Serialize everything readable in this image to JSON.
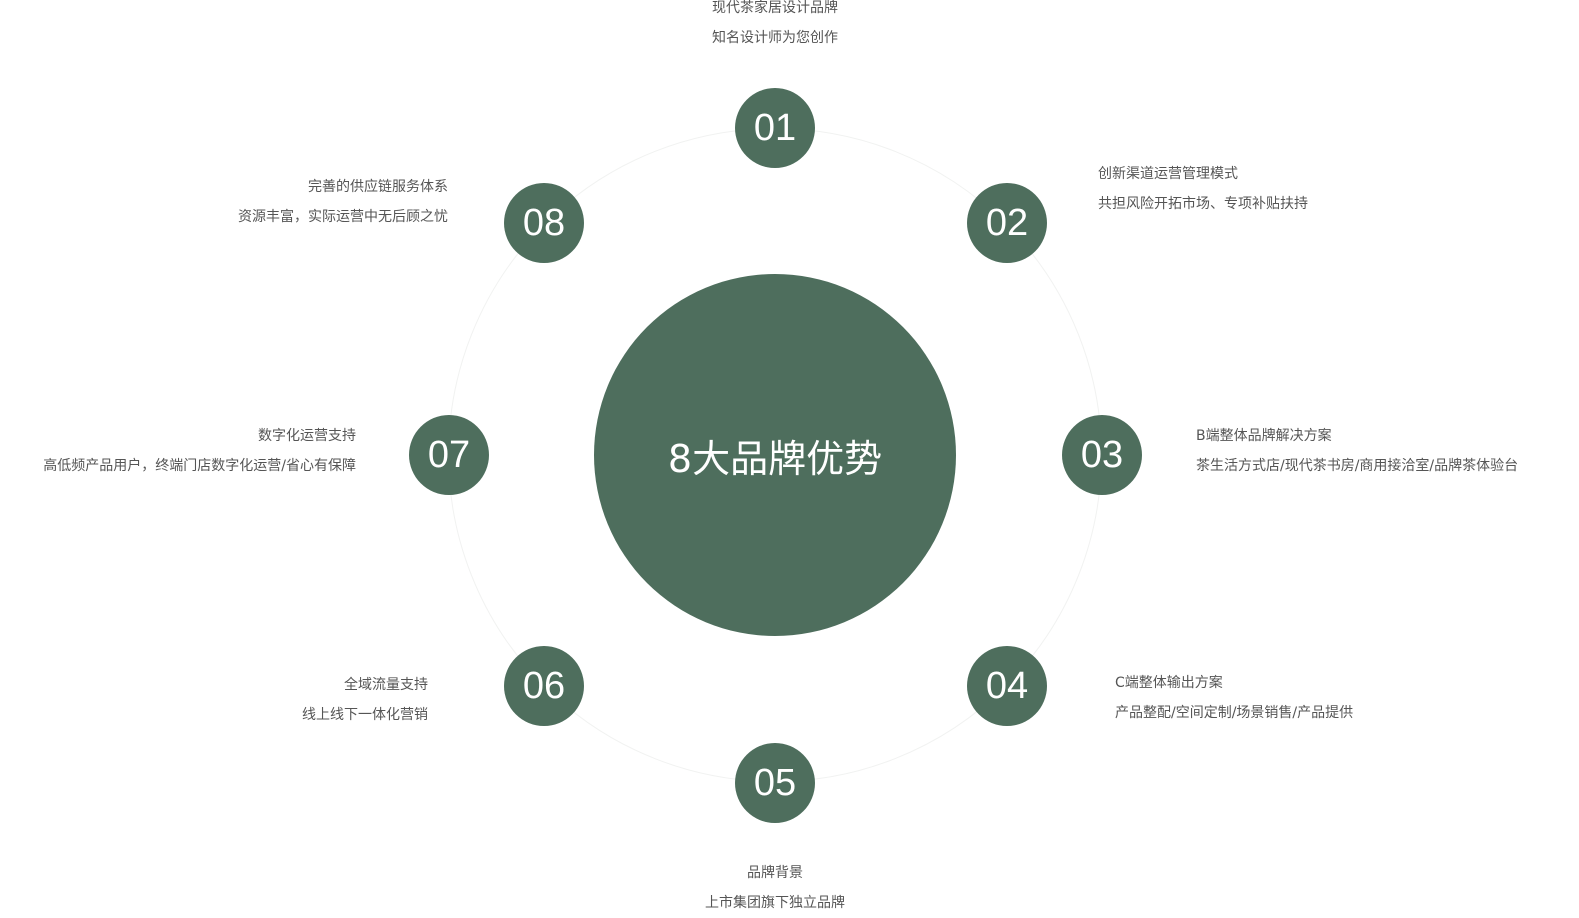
{
  "title": "8大品牌优势",
  "color": "#4e6e5d",
  "items": [
    {
      "num": "01",
      "title": "现代茶家居设计品牌",
      "desc": "知名设计师为您创作"
    },
    {
      "num": "02",
      "title": "创新渠道运营管理模式",
      "desc": "共担风险开拓市场、专项补贴扶持"
    },
    {
      "num": "03",
      "title": "B端整体品牌解决方案",
      "desc": "茶生活方式店/现代茶书房/商用接洽室/品牌茶体验台"
    },
    {
      "num": "04",
      "title": "C端整体输出方案",
      "desc": "产品整配/空间定制/场景销售/产品提供"
    },
    {
      "num": "05",
      "title": "品牌背景",
      "desc": "上市集团旗下独立品牌"
    },
    {
      "num": "06",
      "title": "全域流量支持",
      "desc": "线上线下一体化营销"
    },
    {
      "num": "07",
      "title": "数字化运营支持",
      "desc": "高低频产品用户，终端门店数字化运营/省心有保障"
    },
    {
      "num": "08",
      "title": "完善的供应链服务体系",
      "desc": "资源丰富，实际运营中无后顾之忧"
    }
  ]
}
